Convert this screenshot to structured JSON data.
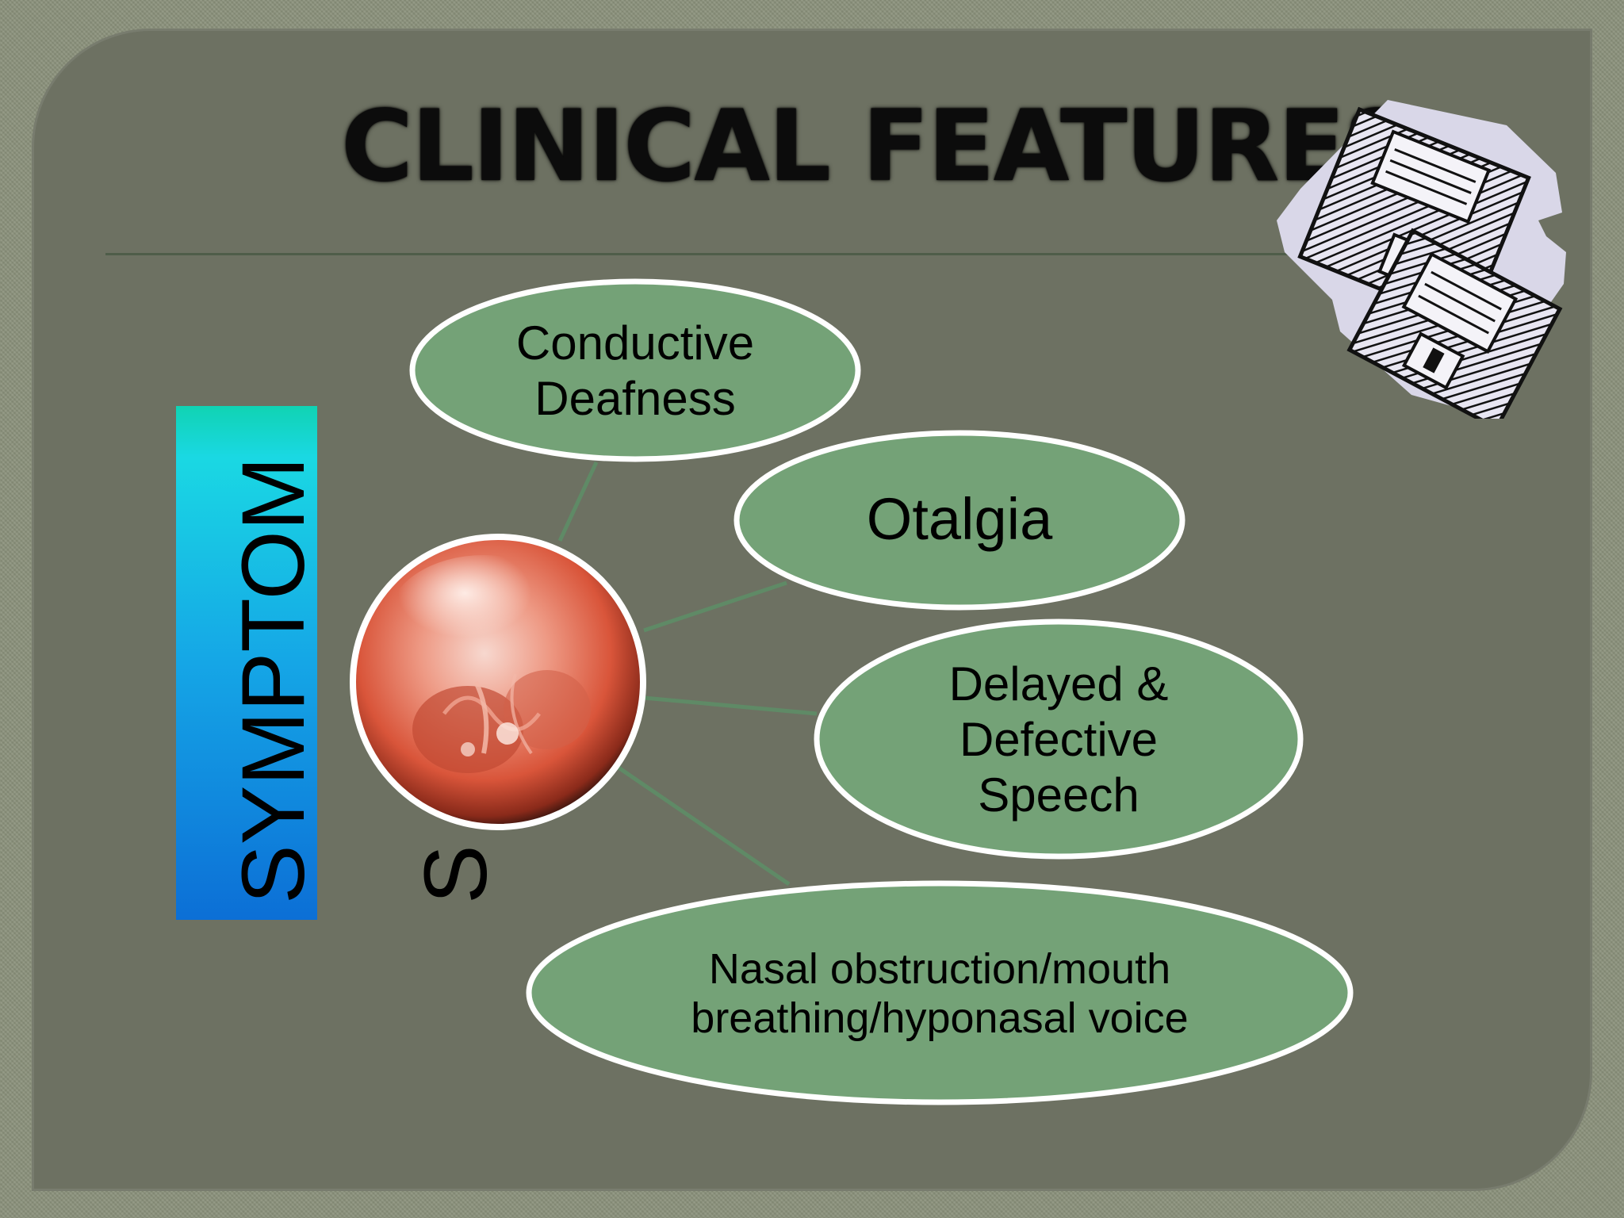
{
  "slide": {
    "title": "CLINICAL FEATURES",
    "symptoms_label": "SYMPTOM\nS"
  },
  "diagram": {
    "center_image": "ear-drum-otoscopic-photo",
    "nodes": [
      {
        "id": "conductive",
        "label": "Conductive\nDeafness"
      },
      {
        "id": "otalgia",
        "label": "Otalgia"
      },
      {
        "id": "speech",
        "label": "Delayed &\nDefective\nSpeech"
      },
      {
        "id": "nasal",
        "label": "Nasal obstruction/mouth\nbreathing/hyponasal voice"
      }
    ]
  },
  "clipart": "floppy-disks-icon",
  "colors": {
    "background": "#8b927c",
    "panel": "#6d7162",
    "node_fill": "#74a277",
    "node_stroke": "#ffffff",
    "connector": "#5f8a66",
    "gradient_top": "#10d3b3",
    "gradient_bottom": "#0c6fd6"
  }
}
